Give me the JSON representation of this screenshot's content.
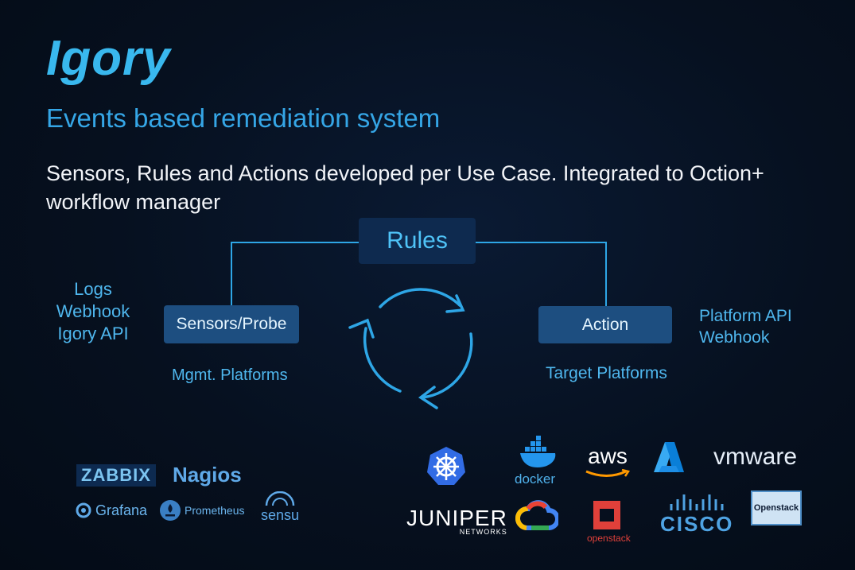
{
  "header": {
    "title": "Igory",
    "subtitle": "Events based remediation system",
    "description": "Sensors, Rules and Actions developed per Use Case. Integrated to Oction+ workflow manager"
  },
  "diagram": {
    "rules_label": "Rules",
    "sensors_label": "Sensors/Probe",
    "action_label": "Action",
    "inputs": [
      "Logs",
      "Webhook",
      "Igory API"
    ],
    "outputs": [
      "Platform API",
      "Webhook"
    ],
    "sensors_caption": "Mgmt. Platforms",
    "action_caption": "Target Platforms"
  },
  "logos": {
    "mgmt": {
      "zabbix": "ZABBIX",
      "nagios": "Nagios",
      "grafana": "Grafana",
      "prometheus": "Prometheus",
      "sensu": "sensu"
    },
    "target": {
      "docker": "docker",
      "aws": "aws",
      "vmware": "vmware",
      "juniper": "JUNIPER",
      "juniper_sub": "NETWORKS",
      "openstack": "openstack",
      "cisco": "CISCO",
      "openstack_badge": "Openstack"
    }
  },
  "colors": {
    "accent": "#39b8ee",
    "box_fill": "#1d4e80",
    "rules_fill": "#0e2a4f",
    "background": "#06101f"
  }
}
